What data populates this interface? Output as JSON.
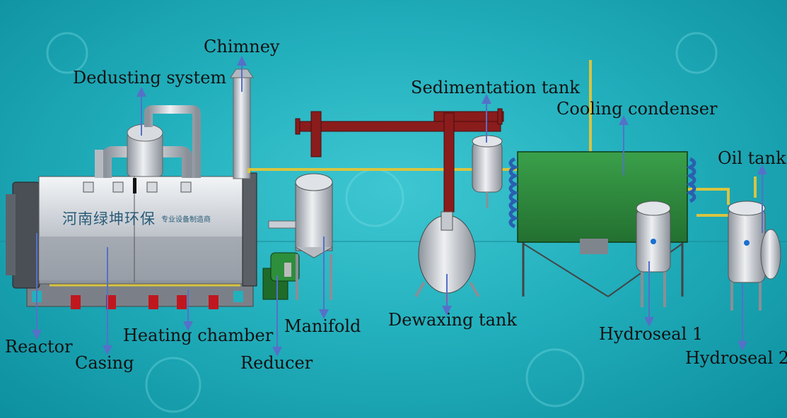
{
  "labels": {
    "chimney": "Chimney",
    "dedusting_system": "Dedusting system",
    "sedimentation_tank": "Sedimentation tank",
    "cooling_condenser": "Cooling condenser",
    "oil_tank": "Oil tank",
    "reactor": "Reactor",
    "casing": "Casing",
    "heating_chamber": "Heating chamber",
    "reducer": "Reducer",
    "manifold": "Manifold",
    "dewaxing_tank": "Dewaxing tank",
    "hydroseal_1": "Hydroseal 1",
    "hydroseal_2": "Hydroseal 2"
  },
  "reactor_signage": {
    "brand": "河南绿坤环保",
    "subtitle": "专业设备制造商"
  },
  "colors": {
    "background": "#23b0bd",
    "arrow": "#5570c8",
    "steel": "#c9ced6",
    "pipe_red": "#8a1c1c",
    "condenser_green": "#2f8a3c",
    "condenser_coil": "#2a5fb0",
    "pipe_yellow": "#d9c441",
    "valve_red": "#c0171f"
  }
}
